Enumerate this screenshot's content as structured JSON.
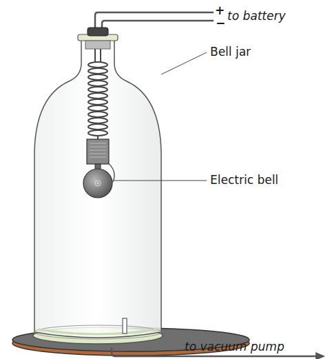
{
  "diagram": {
    "labels": [
      "+",
      "−",
      "to battery",
      "Bell jar",
      "Electric bell",
      "to vacuum pump"
    ]
  }
}
